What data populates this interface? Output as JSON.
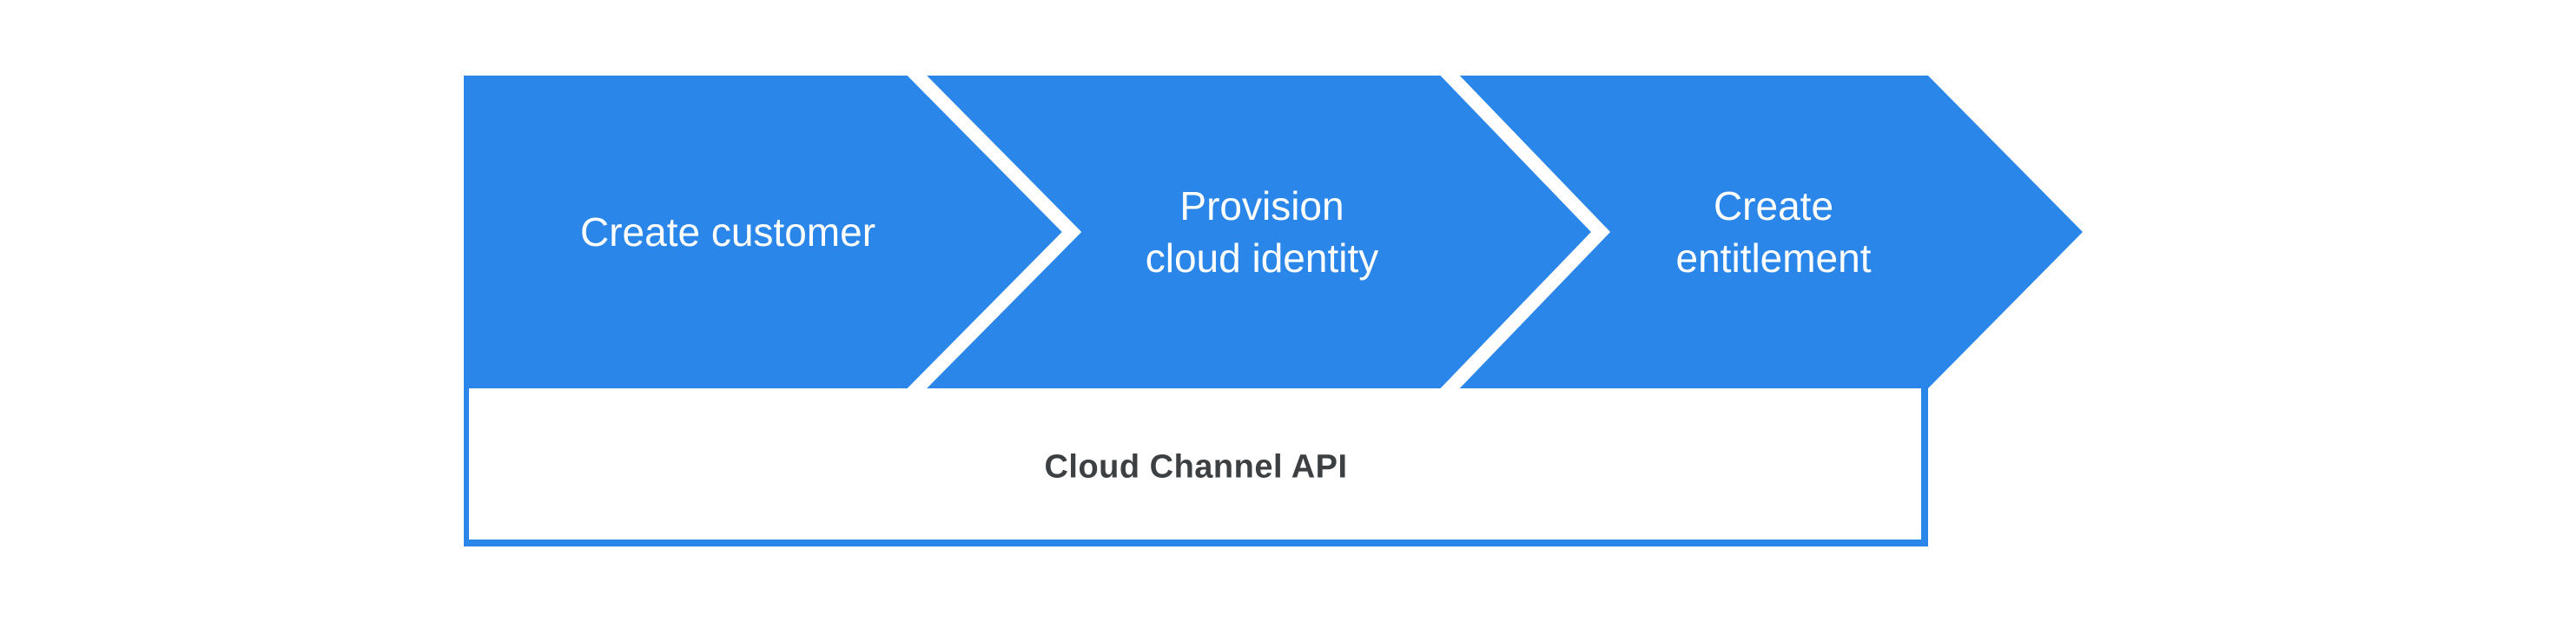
{
  "diagram": {
    "steps": [
      {
        "label": "Create customer",
        "lines": [
          "Create customer"
        ]
      },
      {
        "label": "Provision cloud identity",
        "lines": [
          "Provision",
          "cloud identity"
        ]
      },
      {
        "label": "Create entitlement",
        "lines": [
          "Create",
          "entitlement"
        ]
      }
    ],
    "base": {
      "label": "Cloud Channel API"
    },
    "colors": {
      "arrow": "#2b86ea",
      "separator": "#ffffff",
      "step_text": "#ffffff",
      "base_text": "#3c4043",
      "background": "#ffffff"
    }
  }
}
